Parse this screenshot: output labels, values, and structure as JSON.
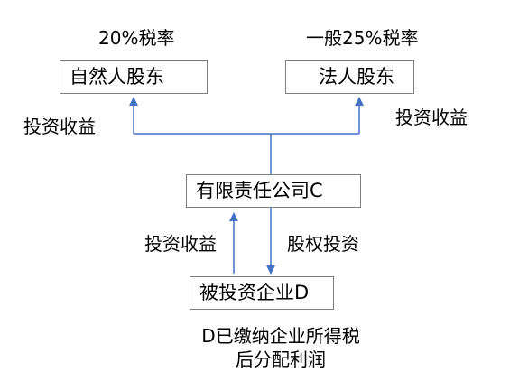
{
  "labels": {
    "rate_individual": "20%税率",
    "rate_legal": "一般25%税率",
    "income_left": "投资收益",
    "income_right": "投资收益",
    "income_lower": "投资收益",
    "equity_invest": "股权投资",
    "note_line1": "D已缴纳企业所得税",
    "note_line2": "后分配利润"
  },
  "boxes": {
    "individual": "自然人股东",
    "legal": "法人股东",
    "company_c": "有限责任公司C",
    "company_d": "被投资企业D"
  },
  "colors": {
    "line": "#4472c4",
    "box_border": "#7f7f7f"
  }
}
